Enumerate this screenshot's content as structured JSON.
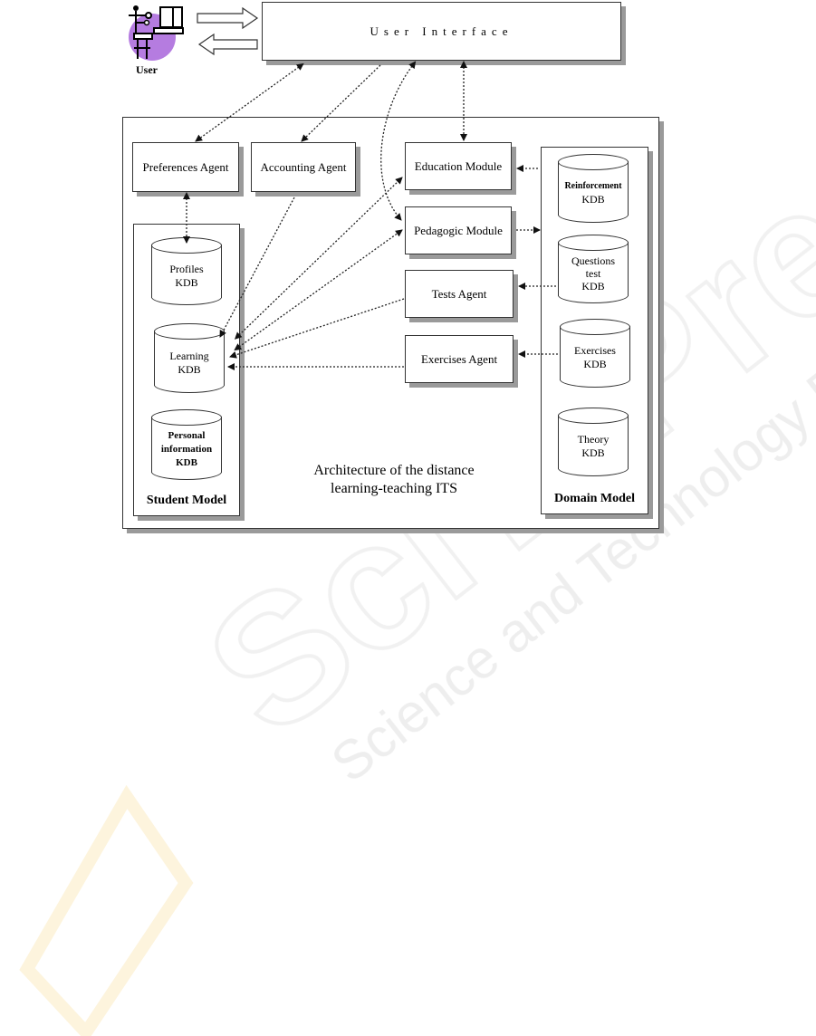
{
  "user": {
    "label": "User"
  },
  "user_interface": {
    "label": "User Interface"
  },
  "agents": {
    "preferences": "Preferences Agent",
    "accounting": "Accounting Agent",
    "tests": "Tests Agent",
    "exercises": "Exercises Agent"
  },
  "modules": {
    "education": "Education Module",
    "pedagogic": "Pedagogic Module"
  },
  "student_model": {
    "label": "Student Model",
    "kdbs": [
      {
        "name": "Profiles",
        "suffix": "KDB"
      },
      {
        "name": "Learning",
        "suffix": "KDB"
      },
      {
        "name": "Personal information",
        "suffix": "KDB"
      }
    ]
  },
  "domain_model": {
    "label": "Domain Model",
    "kdbs": [
      {
        "name": "Reinforcement",
        "suffix": "KDB"
      },
      {
        "name": "Questions test",
        "suffix": "KDB"
      },
      {
        "name": "Exercises",
        "suffix": "KDB"
      },
      {
        "name": "Theory",
        "suffix": "KDB"
      }
    ]
  },
  "title": {
    "line1": "Architecture of the distance",
    "line2": "learning-teaching ITS"
  },
  "watermark": {
    "brand": "SciTePress",
    "tagline": "Science and Technology Publications"
  },
  "colors": {
    "user_icon": "#b57ce0",
    "line": "#222222",
    "shadow": "#9a9a9a"
  }
}
